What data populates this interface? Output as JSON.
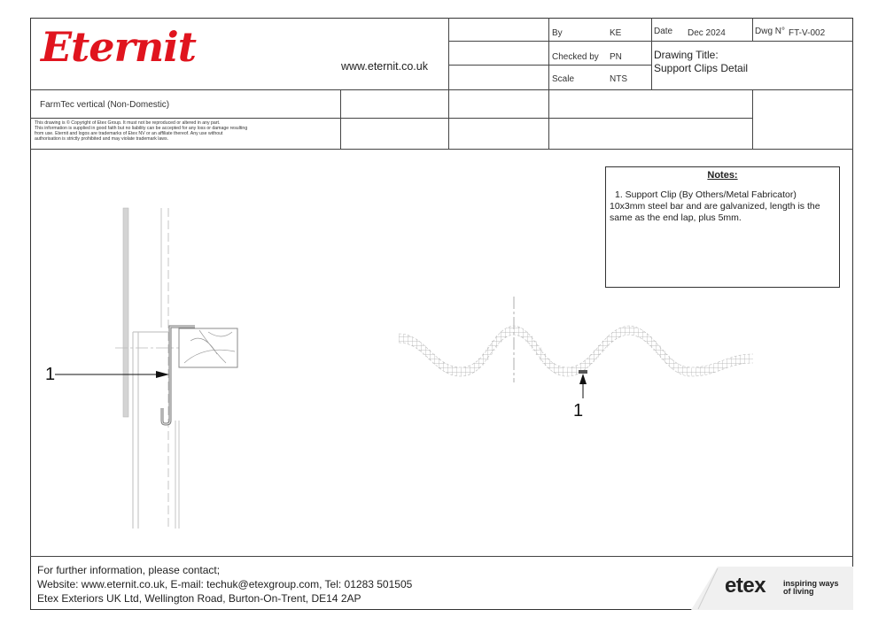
{
  "brand": {
    "logo_text": "Eternit",
    "website": "www.eternit.co.uk"
  },
  "title_block": {
    "by_label": "By",
    "by_value": "KE",
    "checked_label": "Checked by",
    "checked_value": "PN",
    "scale_label": "Scale",
    "scale_value": "NTS",
    "date_label": "Date",
    "date_value": "Dec 2024",
    "dwg_label": "Dwg N°",
    "dwg_value": "FT-V-002",
    "drawing_title_label": "Drawing Title:",
    "drawing_title_value": "Support Clips Detail"
  },
  "project": {
    "name": "FarmTec vertical (Non-Domestic)",
    "disclaimer": [
      "This drawing is © Copyright of Etex Group. It must not be reproduced or altered in any part.",
      "This information is supplied in good faith but no liability can be accepted for any loss or damage resulting",
      "from use. Eternit and logos are trademarks of Etex NV or an affiliate thereof. Any use without",
      "authorisation is strictly prohibited and may violate trademark laws."
    ]
  },
  "notes": {
    "title": "Notes:",
    "item_1_line_1": "1.     Support Clip (By Others/Metal Fabricator)",
    "item_1_line_2": "10x3mm steel bar and are galvanized, length is the",
    "item_1_line_3": "same as the end lap, plus 5mm."
  },
  "callouts": {
    "left": "1",
    "right": "1"
  },
  "footer": {
    "line_1": "For further information, please contact;",
    "line_2": "Website: www.eternit.co.uk, E-mail: techuk@etexgroup.com, Tel: 01283 501505",
    "line_3": "Etex Exteriors UK Ltd, Wellington Road, Burton-On-Trent, DE14 2AP",
    "etex_logo": "etex",
    "tagline_1": "inspiring ways",
    "tagline_2": "of living"
  },
  "colors": {
    "brand_red": "#e0141e",
    "line": "#444444",
    "sheet_grey": "#9a9a9a"
  }
}
